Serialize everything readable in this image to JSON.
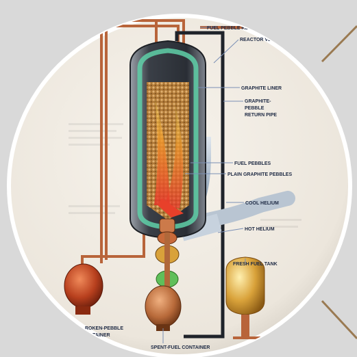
{
  "labels": {
    "fuel_pebble_return_pipe": "FUEL PEBBLE RETURN PIPE",
    "reactor_vessel": "REACTOR VESSEL",
    "graphite_liner": "GRAPHITE LINER",
    "graphite_pebble_return_pipe": [
      "GRAPHITE-",
      "PEBBLE",
      "RETURN PIPE"
    ],
    "fuel_pebbles": "FUEL PEBBLES",
    "plain_graphite_pebbles": "PLAIN GRAPHITE PEBBLES",
    "cool_helium": "COOL HELIUM",
    "hot_helium": "HOT HELIUM",
    "fresh_fuel_tank": "FRESH FUEL TANK",
    "broken_pebble_container": [
      "ROKEN-PEBBLE",
      "NTAINER"
    ],
    "spent_fuel_container": "SPENT-FUEL CONTAINER"
  },
  "colors": {
    "background": "#d9d9d9",
    "copper_pipe": "#b8643a",
    "vessel_dark": "#2b2f36",
    "graphite_liner": "#5fd0a8",
    "fuel_pebbles": "#c98a3f",
    "hot_flow": "#e8502a",
    "cool_helium_duct": "#a7b5c4",
    "gold_tank": "#d9a23a",
    "leader_line": "#7a8fb5"
  }
}
